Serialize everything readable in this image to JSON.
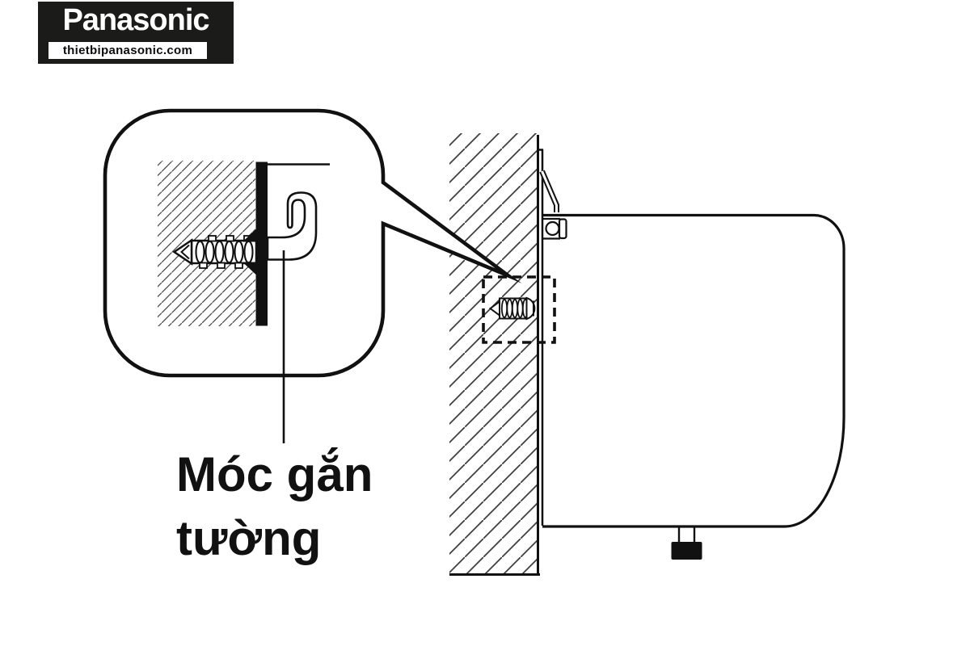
{
  "branding": {
    "logo_text": "Panasonic",
    "website": "thietbipanasonic.com"
  },
  "diagram": {
    "label": {
      "line1": "Móc gắn",
      "line2": "tường"
    },
    "colors": {
      "paper": "#ffffff",
      "ink": "#111111",
      "hatch": "#3f3f3f",
      "logobg": "#1b1b1a",
      "logofg": "#ffffff"
    }
  }
}
